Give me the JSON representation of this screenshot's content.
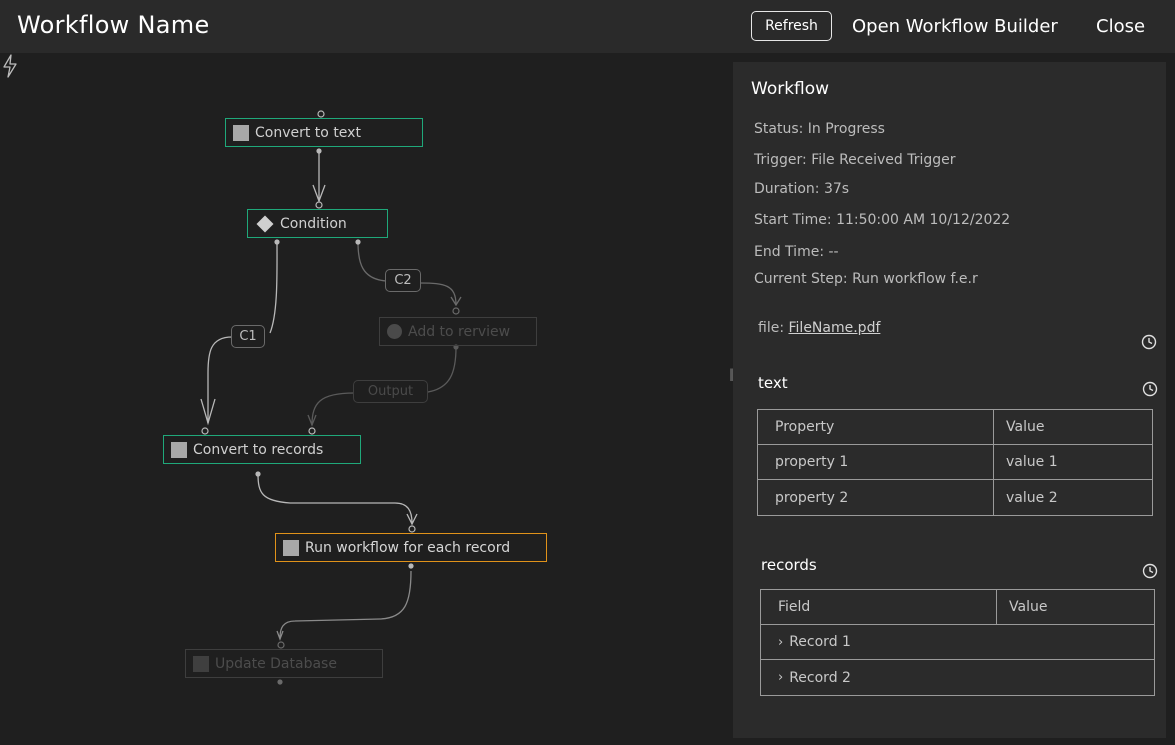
{
  "header": {
    "title": "Workflow Name",
    "refresh_label": "Refresh",
    "open_builder_label": "Open Workflow Builder",
    "close_label": "Close"
  },
  "canvas": {
    "nodes": {
      "convert_to_text": "Convert to text",
      "condition": "Condition",
      "add_to_review": "Add to rerview",
      "convert_to_records": "Convert to records",
      "run_workflow": "Run workflow for each record",
      "update_database": "Update Database"
    },
    "edge_labels": {
      "c1": "C1",
      "c2": "C2",
      "output": "Output"
    },
    "trigger_icon": "lightning-bolt-icon"
  },
  "panel": {
    "title": "Workflow",
    "status": "Status: In Progress",
    "trigger": "Trigger: File Received Trigger",
    "duration": "Duration: 37s",
    "start_time": "Start Time: 11:50:00 AM  10/12/2022",
    "end_time": "End Time: --",
    "current_step": "Current Step: Run workflow f.e.r",
    "file_label": "file:",
    "file_name": "FileName.pdf",
    "text_section": {
      "title": "text",
      "headers": [
        "Property",
        "Value"
      ],
      "rows": [
        [
          "property 1",
          "value 1"
        ],
        [
          "property 2",
          "value 2"
        ]
      ]
    },
    "records_section": {
      "title": "records",
      "headers": [
        "Field",
        "Value"
      ],
      "rows": [
        "Record 1",
        "Record 2"
      ],
      "expand_icon": "chevron-right-icon"
    },
    "history_icon": "clock-icon"
  },
  "colors": {
    "completed_border": "#1fa87a",
    "active_border": "#e0921a",
    "inactive_border": "#3e3e3e",
    "background": "#1f1f1f",
    "panel_background": "#2b2b2b"
  }
}
